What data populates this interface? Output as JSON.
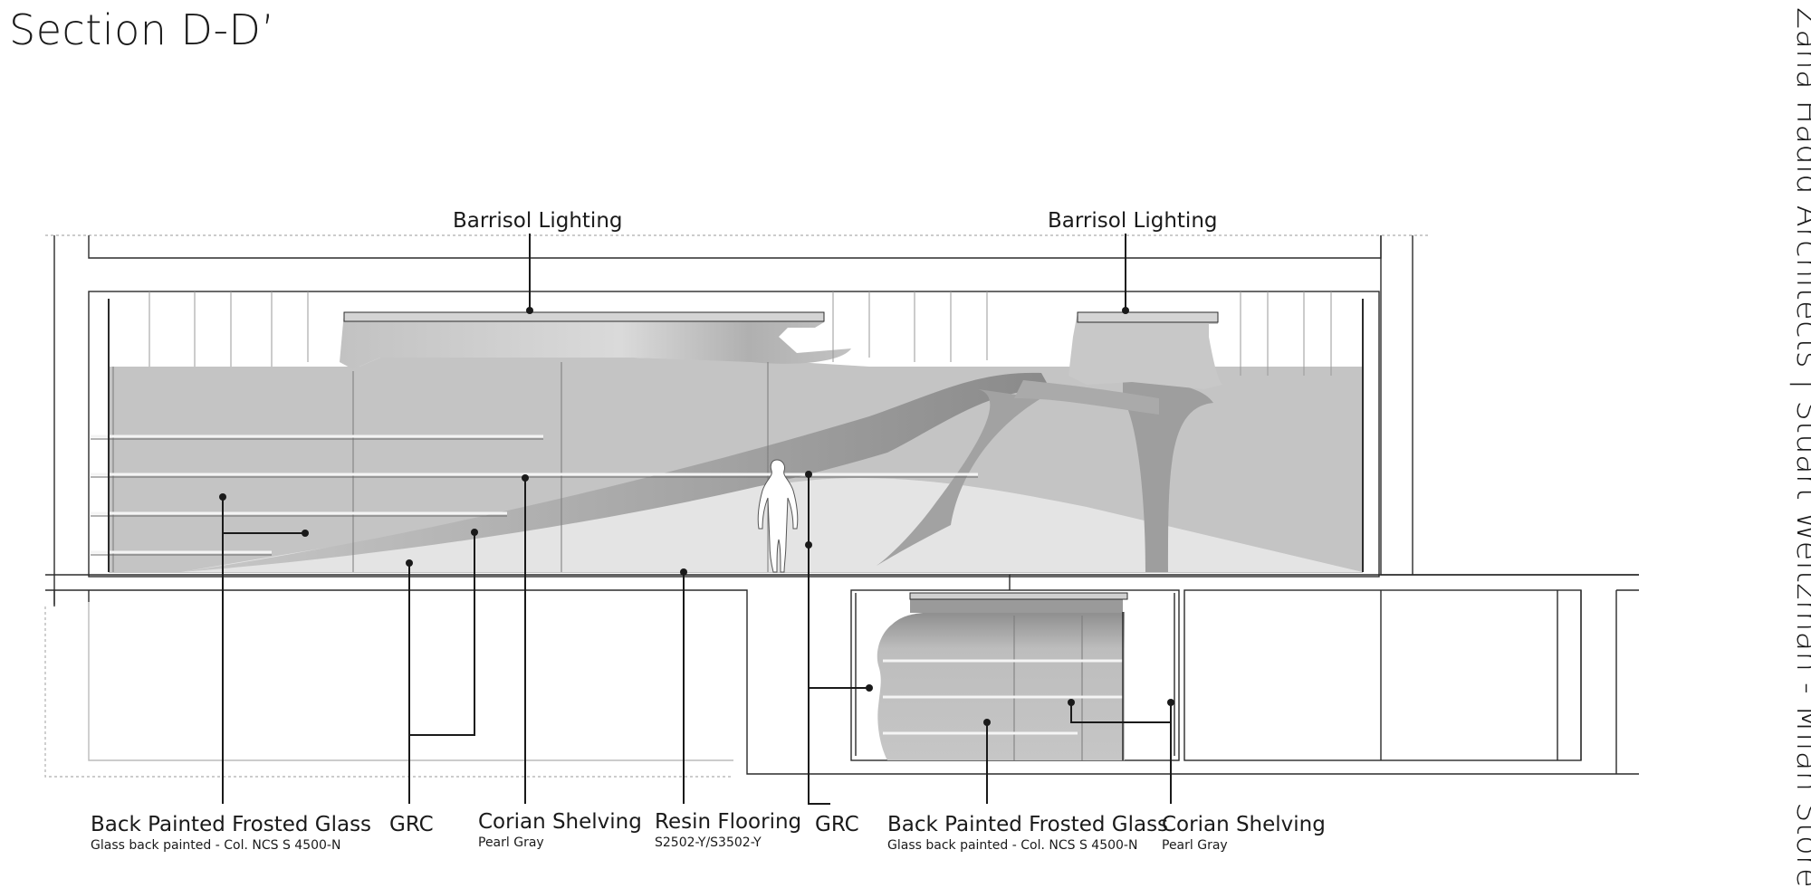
{
  "title": "Section D-D’",
  "vertical_title": "Zaha Hadid Architects | Stuart Weitzman - Milan Store",
  "callouts_top": [
    {
      "label": "Barrisol Lighting"
    },
    {
      "label": "Barrisol Lighting"
    }
  ],
  "callouts_bottom": [
    {
      "label": "Back Painted Frosted Glass",
      "sub": "Glass back painted - Col. NCS S 4500-N"
    },
    {
      "label": "GRC",
      "sub": ""
    },
    {
      "label": "Corian Shelving",
      "sub": "Pearl Gray"
    },
    {
      "label": "Resin Flooring",
      "sub": "S2502-Y/S3502-Y"
    },
    {
      "label": "GRC",
      "sub": ""
    },
    {
      "label": "Back Painted Frosted Glass",
      "sub": "Glass back painted - Col. NCS S 4500-N"
    },
    {
      "label": "Corian Shelving",
      "sub": "Pearl Gray"
    }
  ],
  "colors": {
    "line": "#2b2b2b",
    "panel": "#c4c4c4",
    "panel_dark": "#9c9c9c",
    "floor": "#e4e4e4"
  }
}
